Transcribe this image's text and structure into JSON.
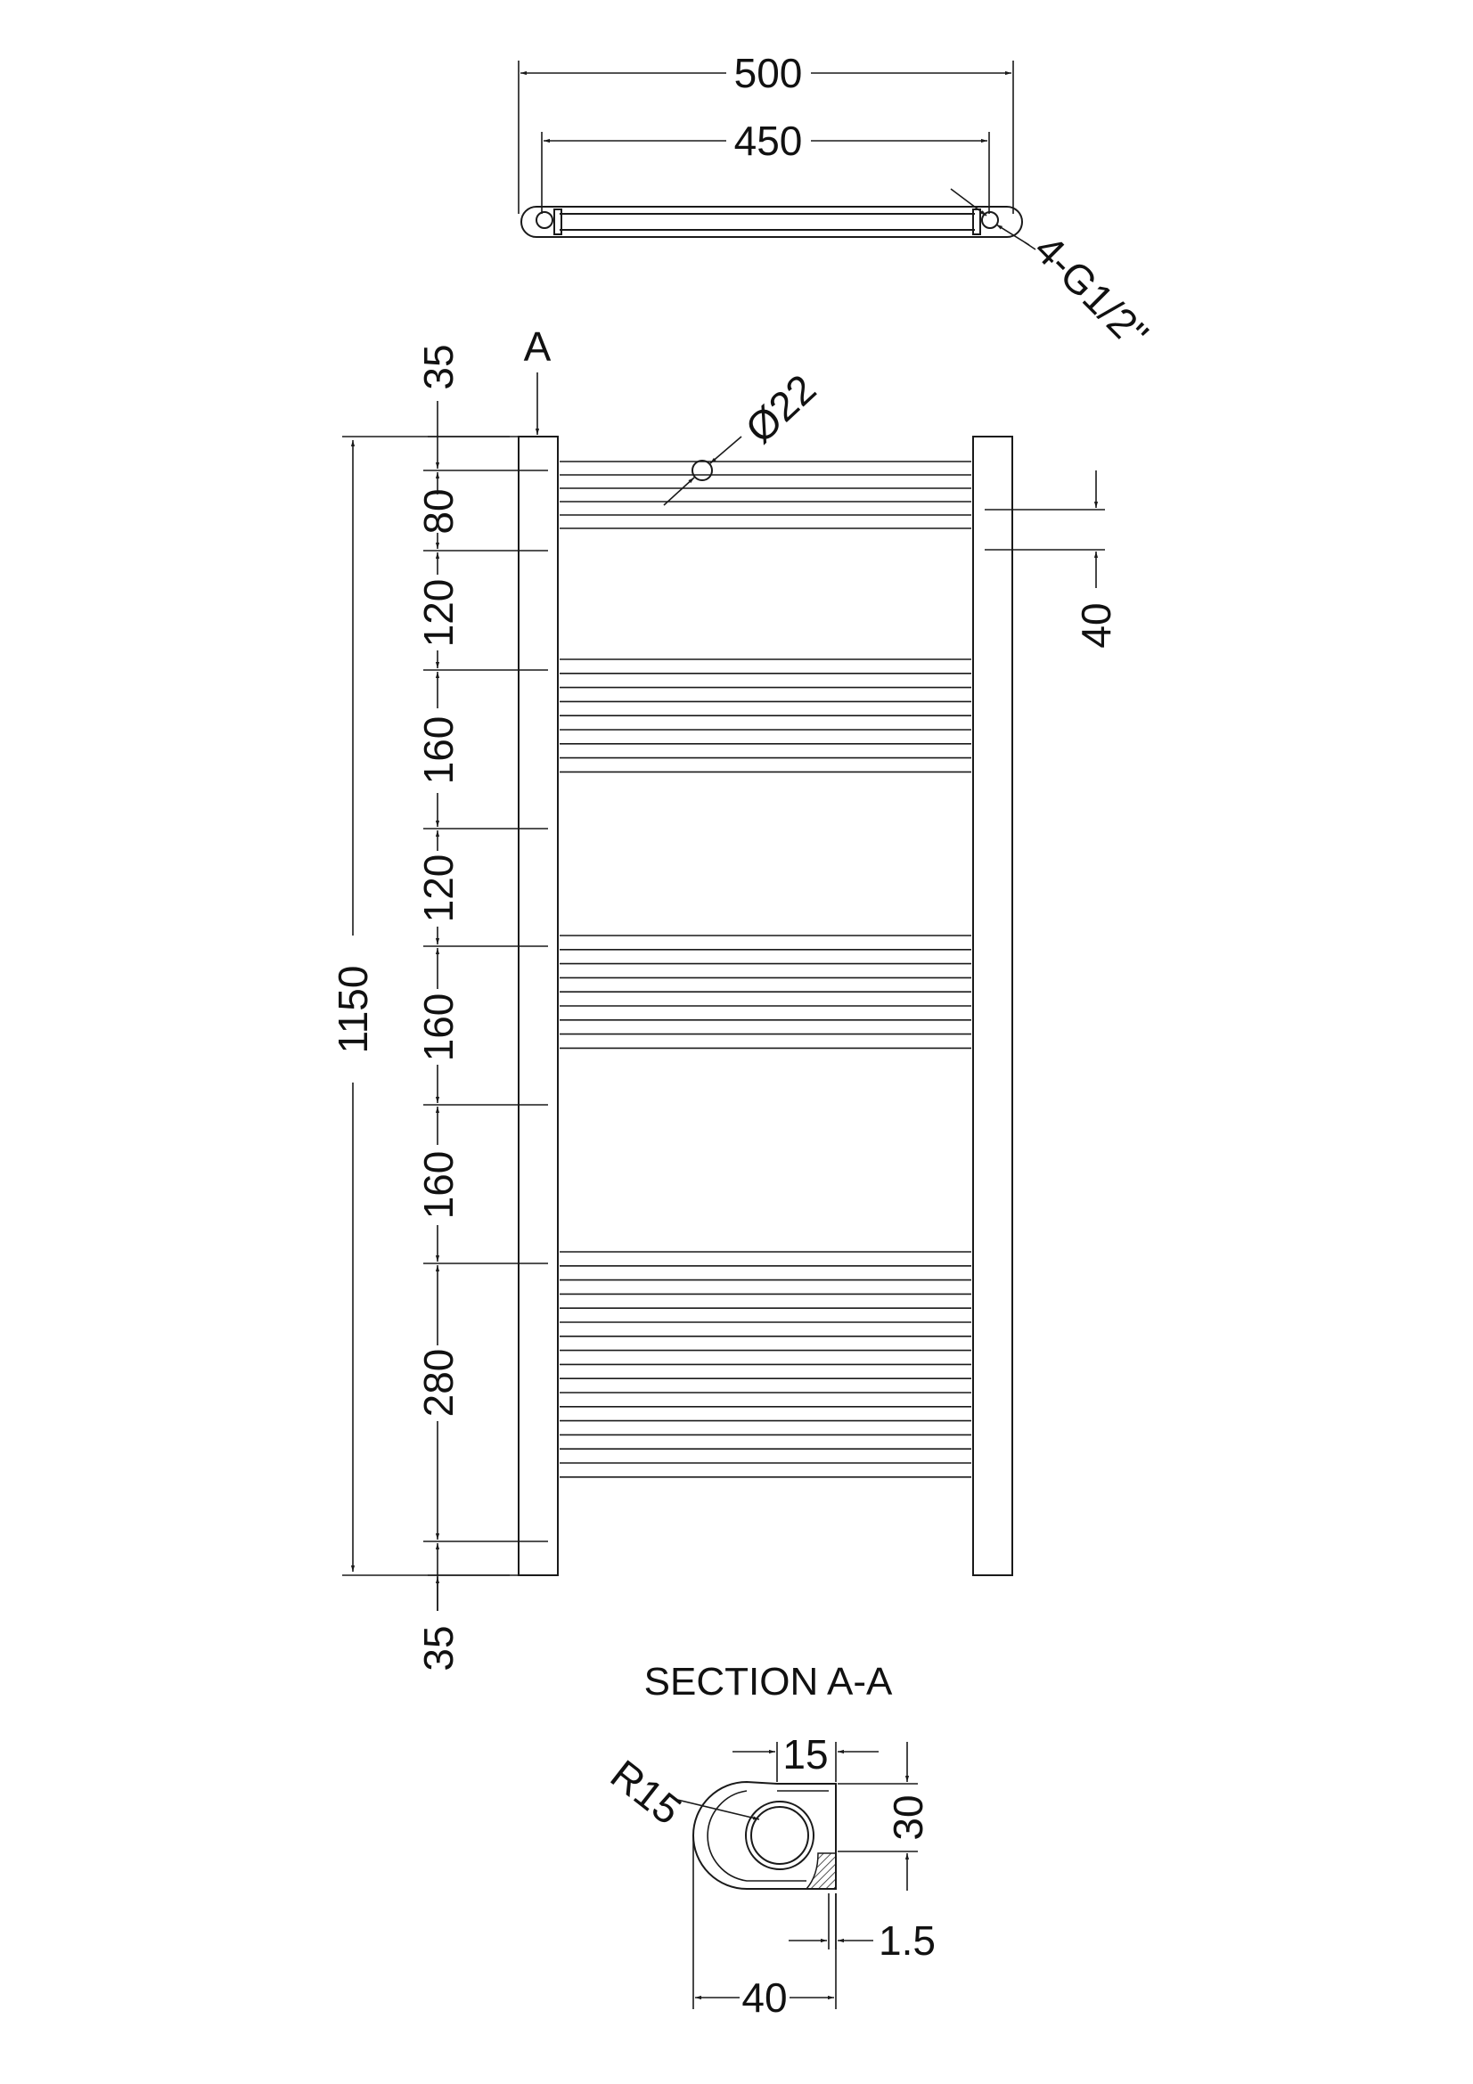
{
  "top_view": {
    "overall_width": "500",
    "centers_width": "450",
    "connections": "4-G1/2\""
  },
  "front_view": {
    "section_marker": "A",
    "tube_diameter": "Ø22",
    "overall_height": "1150",
    "side_dims": [
      "35",
      "80",
      "120",
      "160",
      "120",
      "160",
      "160",
      "280",
      "35"
    ],
    "rail_gap": "40"
  },
  "section": {
    "title": "SECTION A-A",
    "radius": "R15",
    "offset": "15",
    "height": "30",
    "wall": "1.5",
    "width": "40"
  }
}
